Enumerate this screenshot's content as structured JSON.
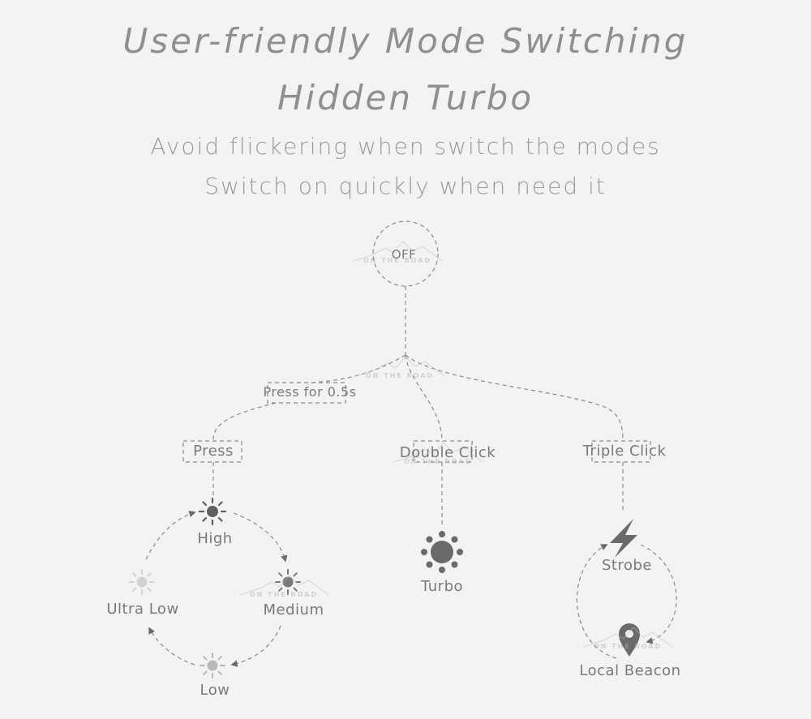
{
  "heading": {
    "line1": "User-friendly Mode Switching",
    "line2": "Hidden Turbo"
  },
  "subheading": {
    "line1": "Avoid flickering when switch the modes",
    "line2": "Switch on quickly when need it"
  },
  "watermark": "ON THE ROAD",
  "nodes": {
    "off": "OFF",
    "press_hold": "Press for 0.5s",
    "press": "Press",
    "double_click": "Double Click",
    "triple_click": "Triple Click",
    "high": "High",
    "medium": "Medium",
    "low": "Low",
    "ultra_low": "Ultra Low",
    "turbo": "Turbo",
    "strobe": "Strobe",
    "local_beacon": "Local Beacon"
  },
  "colors": {
    "background": "#f3f3f3",
    "text": "#8a8a8a",
    "icon_dark": "#6a6a6a",
    "icon_light": "#c8c8c8",
    "line": "#8a8a8a"
  },
  "icons": [
    "sun-icon",
    "lightning-icon",
    "location-pin-icon",
    "mountain-watermark-icon"
  ]
}
